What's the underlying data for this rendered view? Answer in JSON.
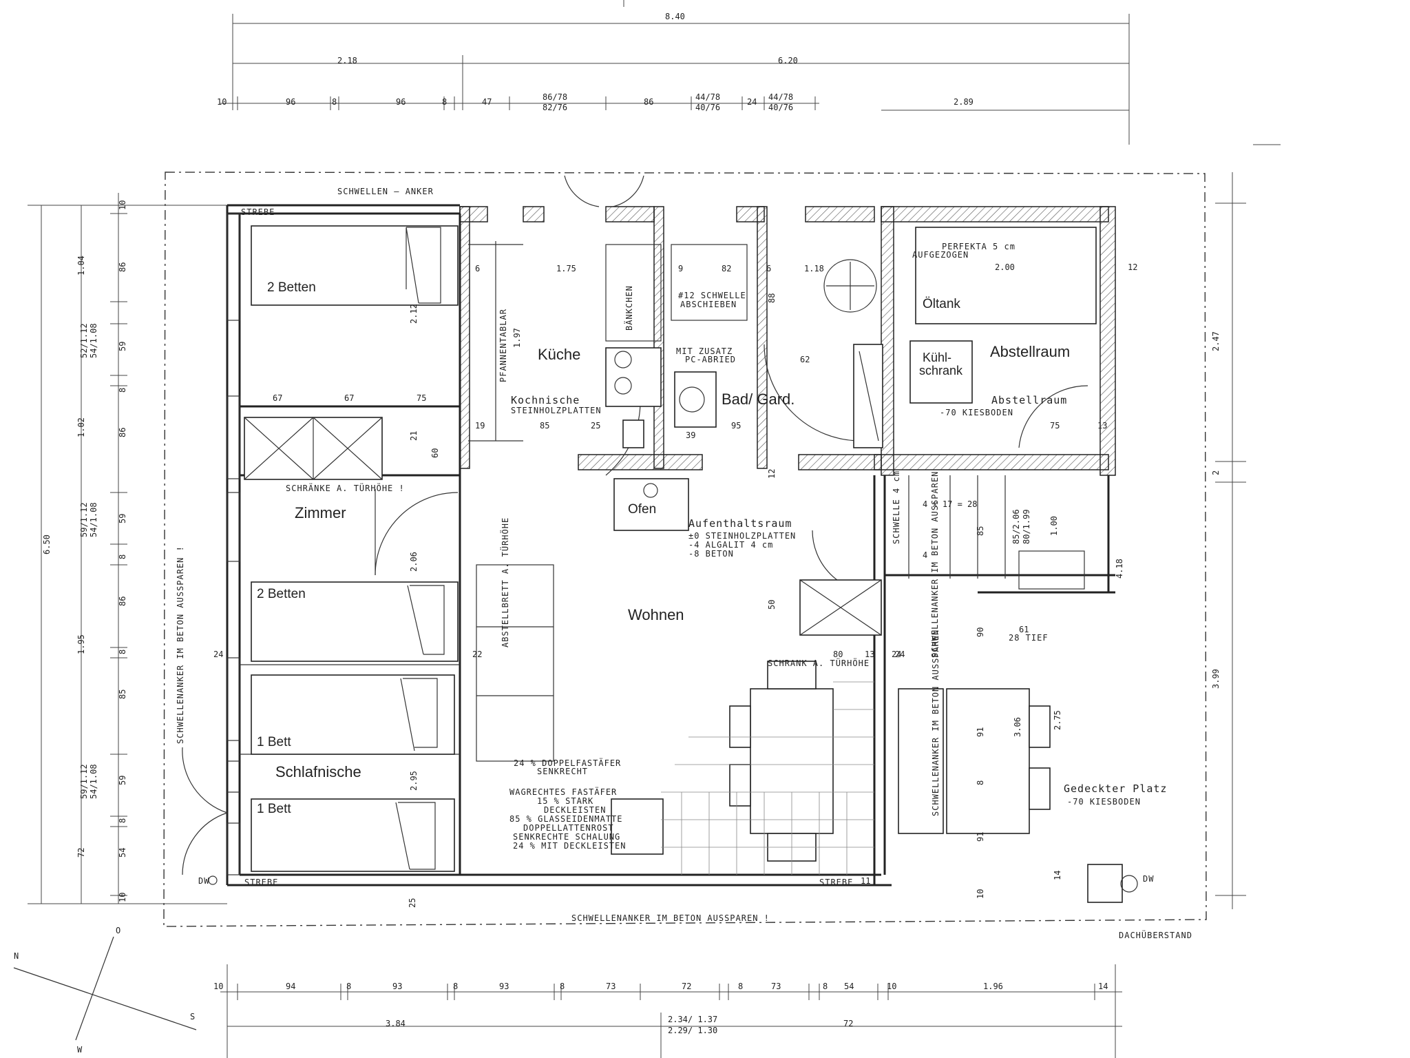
{
  "rooms": {
    "betten1": "2 Betten",
    "oeltank": "Öltank",
    "kueche": "Küche",
    "abstellraum": "Abstellraum",
    "kuehlschrank_l1": "Kühl-",
    "kuehlschrank_l2": "schrank",
    "bad": "Bad/ Gard.",
    "ofen": "Ofen",
    "zimmer": "Zimmer",
    "betten2": "2 Betten",
    "wohnen": "Wohnen",
    "bett1": "1 Bett",
    "schlafnische": "Schlafnische",
    "bett2": "1 Bett"
  },
  "notes": {
    "schwellen_anker": "SCHWELLEN – ANKER",
    "kochnische": "Kochnische",
    "steinholzplatten": "STEINHOLZPLATTEN",
    "aufenthaltsraum": "Aufenthaltsraum",
    "aufenthalt_l1": "±0 STEINHOLZPLATTEN",
    "aufenthalt_l2": "-4 ALGALIT 4 cm",
    "aufenthalt_l3": "-8 BETON",
    "perfekta_l1": "PERFEKTA 5 cm",
    "perfekta_l2": "AUFGEZOGEN",
    "abstellraum_hw": "Abstellraum",
    "kiesboden": "-70 KIESBODEN",
    "schraenke": "SCHRÄNKE A. TÜRHÖHE !",
    "schrank": "SCHRANK A. TÜRHÖHE",
    "schwellenanker_links": "SCHWELLENANKER IM BETON AUSSPAREN !",
    "schwellenanker_unten": "SCHWELLENANKER IM BETON AUSSPAREN !",
    "schwellenanker_mitte": "SCHWELLENANKER IM BETON AUSSPAREN",
    "schwellenanker_rechts": "SCHWELLENANKER IM BETON AUSSPAREN",
    "abstellbrett": "ABSTELLBRETT A. TÜRHÖHE",
    "pfannentablar": "PFANNENTABLAR",
    "baenkchen": "BÄNKCHEN",
    "schwelle_l1": "#12 SCHWELLE",
    "schwelle_l2": "ABSCHIEBEN",
    "zusatz_l1": "MIT ZUSATZ",
    "zusatz_l2": "PC-ABRIED",
    "schwelle4": "SCHWELLE 4 cm",
    "doppel_l1": "24 % DOPPELFASTÄFER",
    "doppel_l2": "SENKRECHT",
    "wand_l1": "WAGRECHTES FASTÄFER",
    "wand_l2": "15 % STARK",
    "wand_l3": "DECKLEISTEN",
    "wand_l4": "85 % GLASSEIDENMATTE",
    "wand_l5": "DOPPELLATTENROST",
    "wand_l6": "SENKRECHTE SCHALUNG",
    "wand_l7": "24 % MIT DECKLEISTEN",
    "gedeckter": "Gedeckter Platz",
    "gedeckter_sub": "-70 KIESBODEN",
    "tief": "28 TIEF",
    "dachueberstand": "DACHÜBERSTAND",
    "dw1": "DW",
    "dw2": "DW",
    "streb1": "STREBE",
    "streb2": "STREBE",
    "streb3": "STREBE"
  },
  "compass": {
    "n": "N",
    "o": "O",
    "s": "S",
    "w": "W"
  },
  "dims": {
    "top_total": "8.40",
    "top_a": "2.18",
    "top_b": "6.20",
    "t1": "10",
    "t2": "96",
    "t3": "8",
    "t4": "96",
    "t5": "8",
    "t6": "47",
    "t7a": "86/78",
    "t7b": "82/76",
    "t8": "86",
    "t9a": "44/78",
    "t9b": "40/76",
    "t10": "24",
    "t11a": "44/78",
    "t11b": "40/76",
    "t12": "2.89",
    "b1": "10",
    "b2": "94",
    "b3": "8",
    "b4": "93",
    "b5": "8",
    "b6": "93",
    "b7": "8",
    "b8": "73",
    "b9": "72",
    "b10": "8",
    "b11": "73",
    "b12": "8",
    "b13": "54",
    "b14": "10",
    "b15": "1.96",
    "b16": "14",
    "bb1": "3.84",
    "bb2a": "2.34/ 1.37",
    "bb2b": "2.29/ 1.30",
    "bb3": "72",
    "l_total": "6.50",
    "l1": "10",
    "l2": "1.04",
    "l3": "86",
    "l4a": "52/1.12",
    "l4b": "54/1.08",
    "l5": "59",
    "l6": "8",
    "l7": "1.02",
    "l8": "86",
    "l9a": "59/1.12",
    "l9b": "54/1.08",
    "l10": "59",
    "l11": "8",
    "l12": "86",
    "l13": "1.95",
    "l14": "8",
    "l15": "85",
    "l16a": "59/1.12",
    "l16b": "54/1.08",
    "l17": "59",
    "l18": "8",
    "l19": "72",
    "l20": "54",
    "l21": "10",
    "r1": "2.47",
    "r2": "2",
    "r3": "3.99",
    "i_175": "1.75",
    "i_82": "82",
    "i_118": "1.18",
    "i_6a": "6",
    "i_6b": "6",
    "i_9": "9",
    "i_88": "88",
    "i_62": "62",
    "i_200": "2.00",
    "i_12a": "12",
    "i_197": "1.97",
    "i_19": "19",
    "i_85": "85",
    "i_25": "25",
    "i_95": "95",
    "i_39": "39",
    "i_75": "75",
    "i_13": "13",
    "i_67a": "67",
    "i_67b": "67",
    "i_75b": "75",
    "i_60": "60",
    "i_206": "2.06",
    "i_22": "22",
    "i_24a": "24",
    "i_24b": "24",
    "i_50": "50",
    "i_80": "80",
    "i_13b": "13",
    "i_4x": "4 x 17 = 28",
    "i_85b": "85",
    "i_206b": "85/2.06",
    "i_199": "80/1.99",
    "i_100": "1.00",
    "i_418": "4.18",
    "i_90": "90",
    "i_61": "61",
    "i_91": "91",
    "i_306": "3.06",
    "i_275": "2.75",
    "i_8": "8",
    "i_91b": "91",
    "i_10r": "10",
    "i_14r": "14",
    "i_4": "4",
    "i_12b": "12",
    "i_212": "2.12",
    "i_21": "21",
    "i_24c": "24",
    "i_11": "11",
    "i_25b": "25",
    "i_295": "2.95"
  }
}
